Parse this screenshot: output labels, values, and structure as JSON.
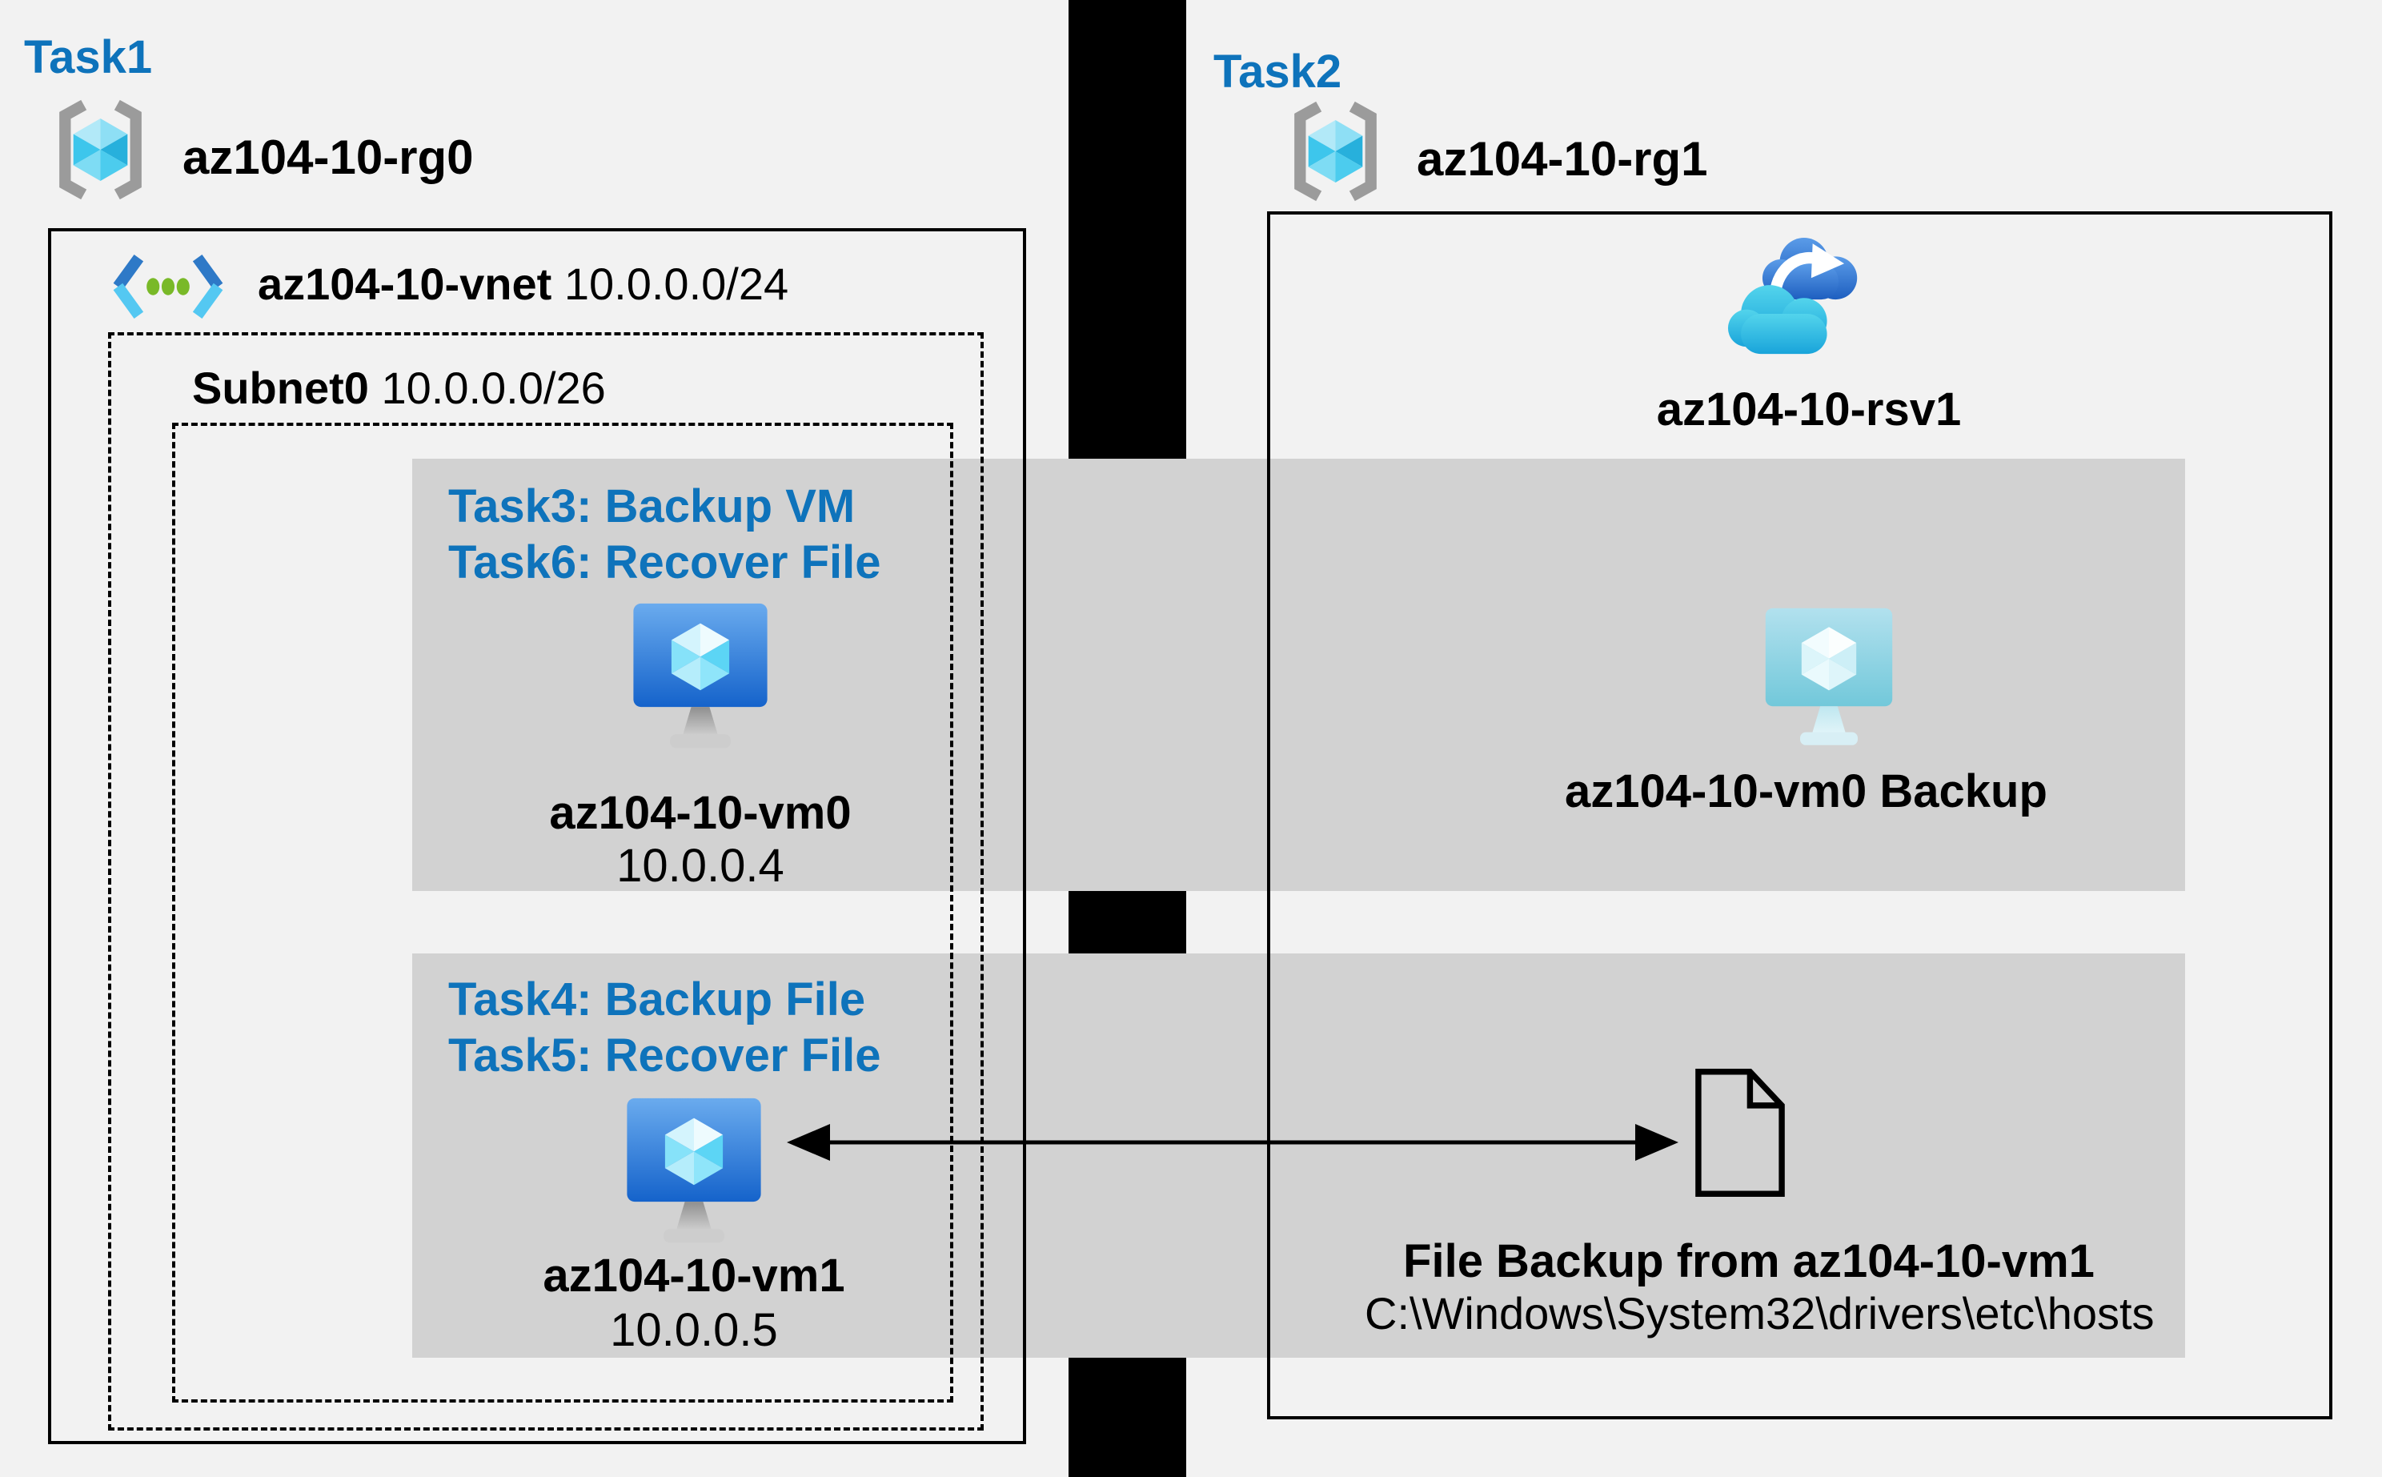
{
  "colors": {
    "background": "#f2f2f2",
    "band_gray": "#d2d2d2",
    "separator_black": "#000000",
    "task_blue": "#0e73bb",
    "vm_screen_blue": "#1665cd",
    "backup_vm_teal": "#79cbdd",
    "vnet_green_dot": "#79b928",
    "cube_cyan": "#3dc6ec"
  },
  "left_group": {
    "task": "Task1",
    "resource_group": "az104-10-rg0"
  },
  "right_group": {
    "task": "Task2",
    "resource_group": "az104-10-rg1"
  },
  "vnet": {
    "name": "az104-10-vnet",
    "cidr": "10.0.0.0/24"
  },
  "subnet": {
    "name": "Subnet0",
    "cidr": "10.0.0.0/26"
  },
  "vault": {
    "name": "az104-10-rsv1"
  },
  "vm_backup_band": {
    "task_lines": [
      "Task3: Backup VM",
      "Task6: Recover File"
    ],
    "vm_name": "az104-10-vm0",
    "vm_ip": "10.0.0.4",
    "backup_name": "az104-10-vm0 Backup"
  },
  "file_backup_band": {
    "task_lines": [
      "Task4: Backup File",
      "Task5: Recover File"
    ],
    "vm_name": "az104-10-vm1",
    "vm_ip": "10.0.0.5",
    "file_title": "File Backup from az104-10-vm1",
    "file_path": "C:\\Windows\\System32\\drivers\\etc\\hosts"
  }
}
